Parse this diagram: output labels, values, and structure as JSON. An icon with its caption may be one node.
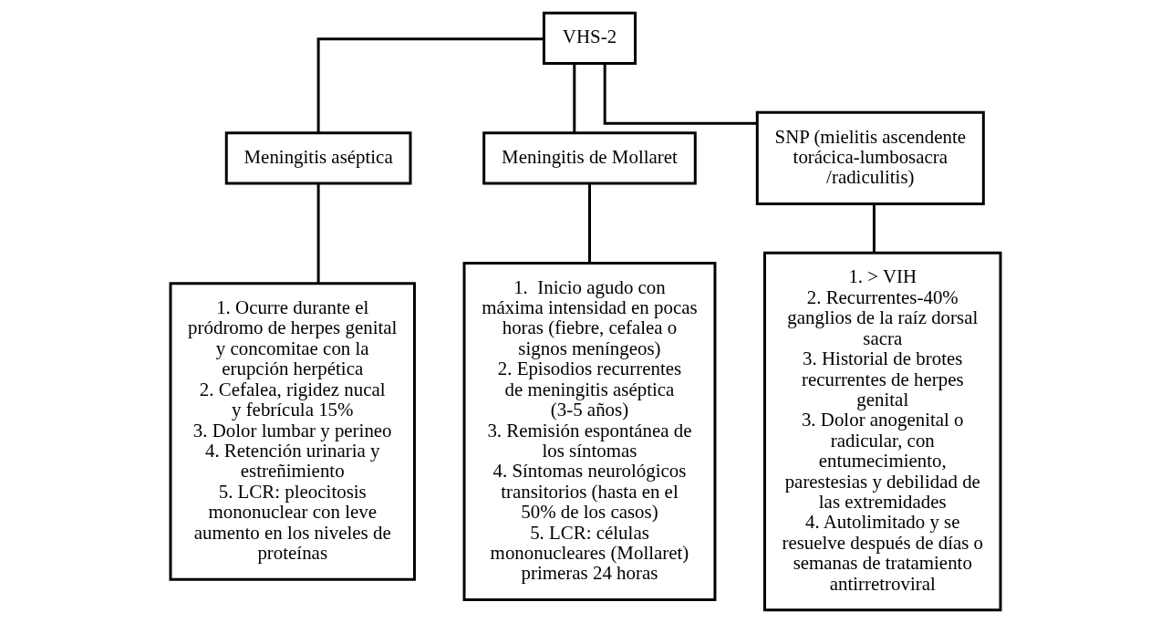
{
  "diagram": {
    "nodes": [
      {
        "text": [
          "VHS-2"
        ]
      },
      {
        "text": [
          "Meningitis aséptica"
        ]
      },
      {
        "text": [
          "Meningitis de Mollaret"
        ]
      },
      {
        "text": [
          "SNP (mielitis ascendente torácica-lumbosacra /radiculitis)"
        ]
      },
      {
        "text": [
          "1. Ocurre durante el pródromo de herpes genital y concomitae con la erupción herpética",
          "2. Cefalea, rigidez nucal y febrícula 15%",
          "3. Dolor lumbar y perineo",
          "4. Retención urinaria y estreñimiento",
          "5. LCR: pleocitosis mononuclear con leve aumento en los niveles de proteínas"
        ]
      },
      {
        "text": [
          "1.  Inicio agudo con máxima intensidad en pocas horas (fiebre, cefalea o signos meníngeos)",
          "2. Episodios recurrentes de meningitis aséptica (3-5 años)",
          "3. Remisión espontánea de los síntomas",
          "4. Síntomas neurológicos transitorios (hasta en el 50% de los casos)",
          "5. LCR: células mononucleares (Mollaret) primeras 24 horas"
        ]
      },
      {
        "text": [
          "1. > VIH",
          "2. Recurrentes-40% ganglios de la raíz dorsal sacra",
          "3. Historial de brotes recurrentes de herpes genital",
          "3. Dolor anogenital o radicular, con entumecimiento, parestesias y debilidad de las extremidades",
          "4. Autolimitado y se resuelve después de días o semanas de tratamiento antirretroviral"
        ]
      }
    ],
    "edges": [
      {
        "from": 0,
        "to": 1,
        "arrow": "none"
      },
      {
        "from": 0,
        "to": 2,
        "arrow": "none"
      },
      {
        "from": 0,
        "to": 3,
        "arrow": "none"
      },
      {
        "from": 1,
        "to": 4,
        "arrow": "none"
      },
      {
        "from": 2,
        "to": 5,
        "arrow": "none"
      },
      {
        "from": 3,
        "to": 6,
        "arrow": "none"
      }
    ]
  }
}
